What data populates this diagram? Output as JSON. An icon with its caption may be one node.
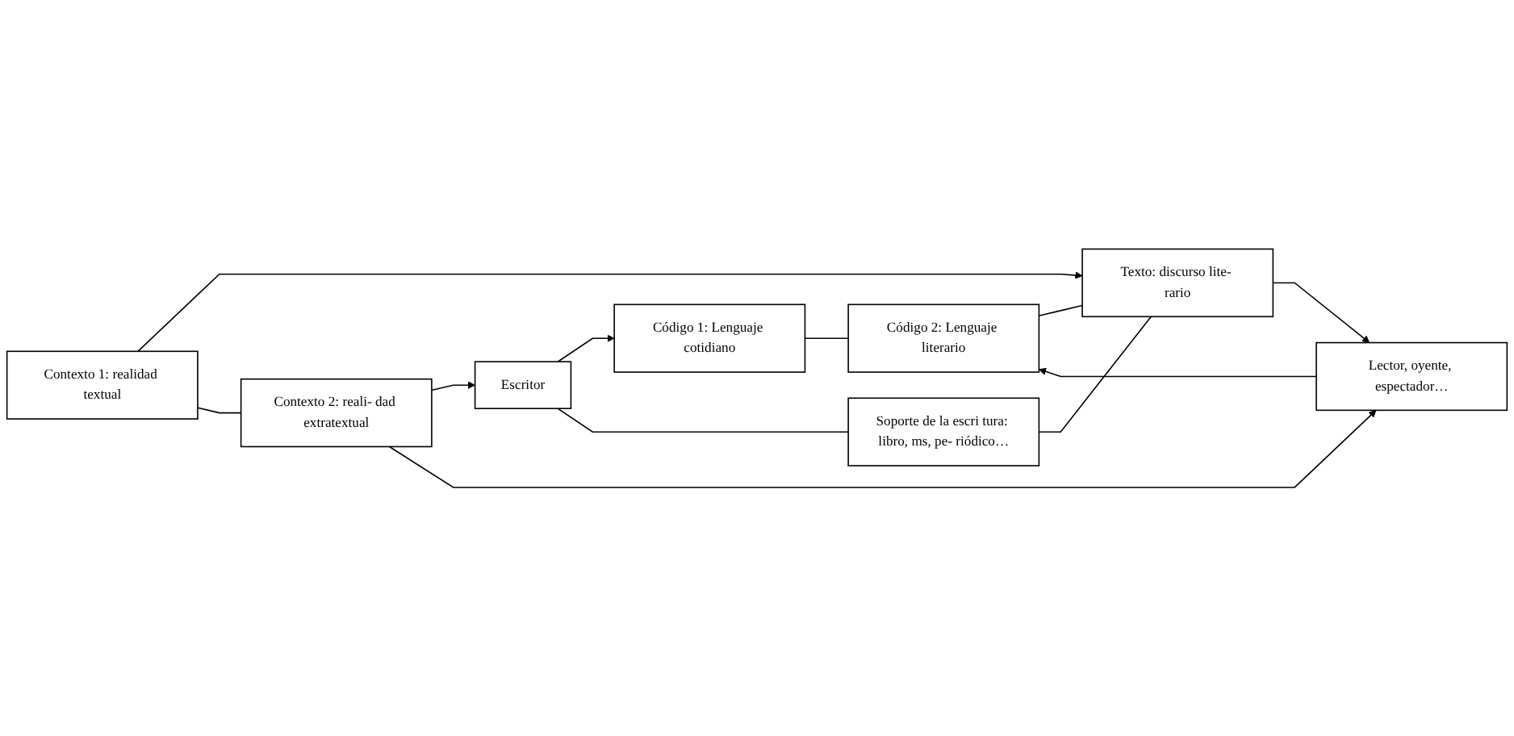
{
  "diagram": {
    "nodes": [
      {
        "text": [
          "Código 1: Lenguaje cotidiano"
        ]
      },
      {
        "text": [
          "Código 2: Lenguaje literario"
        ]
      },
      {
        "text": [
          "Escritor"
        ]
      },
      {
        "text": [
          "Soporte de la escri tura: libro, ms, pe- riódico…"
        ]
      },
      {
        "text": [
          "Texto: discurso lite- rario"
        ]
      },
      {
        "text": [
          "Lector, oyente, espectador…"
        ]
      },
      {
        "text": [
          "Contexto 1: realidad textual"
        ]
      },
      {
        "text": [
          "Contexto 2: reali- dad extratextual"
        ]
      }
    ],
    "edges": [
      {
        "from": 2,
        "to": 0,
        "arrow": "to"
      },
      {
        "from": 0,
        "to": 1,
        "arrow": "none"
      },
      {
        "from": 2,
        "to": 3,
        "arrow": "none"
      },
      {
        "from": 3,
        "to": 4,
        "arrow": "none"
      },
      {
        "from": 1,
        "to": 4,
        "arrow": "none"
      },
      {
        "from": 4,
        "to": 5,
        "arrow": "to"
      },
      {
        "from": 5,
        "to": 1,
        "arrow": "to"
      },
      {
        "from": 6,
        "to": 4,
        "arrow": "to"
      },
      {
        "from": 6,
        "to": 7,
        "arrow": "none"
      },
      {
        "from": 7,
        "to": 2,
        "arrow": "to"
      },
      {
        "from": 7,
        "to": 5,
        "arrow": "to"
      }
    ]
  }
}
